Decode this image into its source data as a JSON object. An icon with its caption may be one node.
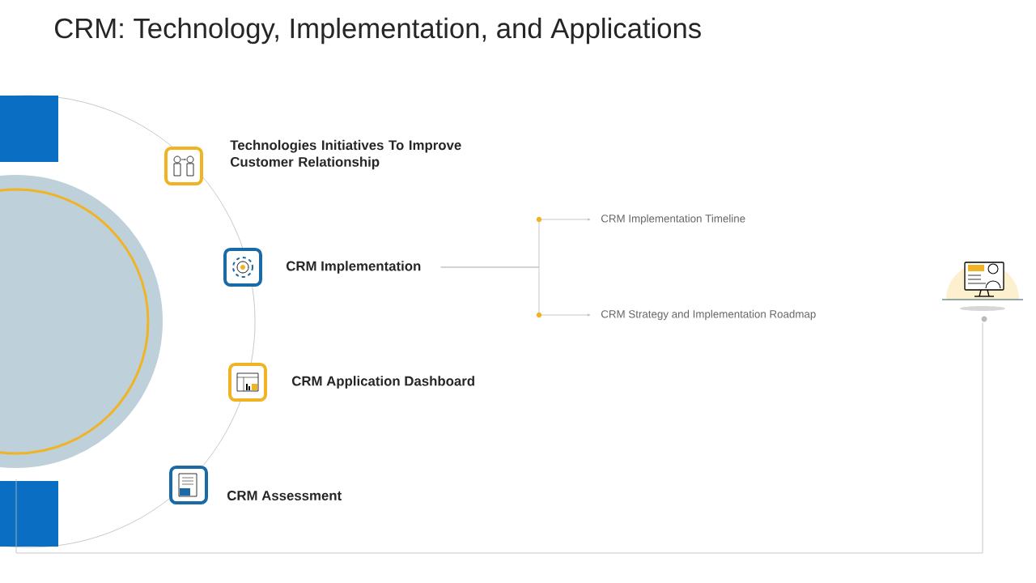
{
  "diagram": {
    "title": "CRM: Technology, Implementation, and Applications",
    "nodes": [
      {
        "text": [
          "Technologies Initiatives To Improve Customer Relationship"
        ]
      },
      {
        "text": [
          "CRM Implementation"
        ]
      },
      {
        "text": [
          "CRM Application Dashboard"
        ]
      },
      {
        "text": [
          "CRM Assessment"
        ]
      },
      {
        "text": [
          "CRM Implementation Timeline"
        ]
      },
      {
        "text": [
          "CRM Strategy and Implementation Roadmap"
        ]
      },
      {
        "text": [],
        "shape": "picture"
      },
      {
        "text": [],
        "shape": "picture"
      }
    ],
    "edges": [
      {
        "from": 1,
        "to": 4,
        "arrow": "to"
      },
      {
        "from": 1,
        "to": 5,
        "arrow": "to"
      },
      {
        "from": 6,
        "to": 7,
        "arrow": "none"
      }
    ]
  }
}
